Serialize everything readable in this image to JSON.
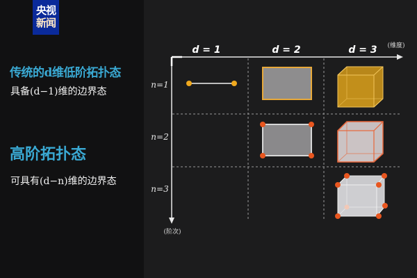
{
  "logo": {
    "line1": "央视",
    "line2": "新闻",
    "bg_color": "#0a2a9a"
  },
  "left": {
    "section1": {
      "title": "传统的d维低阶拓扑态",
      "subtitle": "具备(d−1)维的边界态"
    },
    "section2": {
      "title": "高阶拓扑态",
      "subtitle": "可具有(d−n)维的边界态"
    },
    "title_color": "#3aa9d3"
  },
  "diagram": {
    "x_axis_label": "(维度)",
    "y_axis_label": "(阶次)",
    "columns": [
      {
        "label": "d = 1"
      },
      {
        "label": "d = 2"
      },
      {
        "label": "d = 3"
      }
    ],
    "rows": [
      {
        "label": "n=1"
      },
      {
        "label": "n=2"
      },
      {
        "label": "n=3"
      }
    ],
    "cells": [
      {
        "row": "n=1",
        "col": "d = 1",
        "shape": "line-segment",
        "boundary": "endpoints",
        "highlight_color": "#f0a91e"
      },
      {
        "row": "n=1",
        "col": "d = 2",
        "shape": "rectangle",
        "boundary": "edges",
        "highlight_color": "#e8a93a"
      },
      {
        "row": "n=1",
        "col": "d = 3",
        "shape": "cube",
        "boundary": "faces",
        "highlight_color": "#c8951c"
      },
      {
        "row": "n=2",
        "col": "d = 2",
        "shape": "rectangle",
        "boundary": "corners",
        "highlight_color": "#e8561f"
      },
      {
        "row": "n=2",
        "col": "d = 3",
        "shape": "cube",
        "boundary": "hinges",
        "highlight_color": "#e8663a"
      },
      {
        "row": "n=3",
        "col": "d = 3",
        "shape": "cube",
        "boundary": "corners",
        "highlight_color": "#e8561f"
      }
    ],
    "colors": {
      "orange_dot": "#e8561f",
      "yellow_dot": "#f0a91e",
      "gray_fill": "#8c8c8f",
      "light_fill": "#c9c9cc",
      "axis": "#e8e8e8"
    }
  }
}
